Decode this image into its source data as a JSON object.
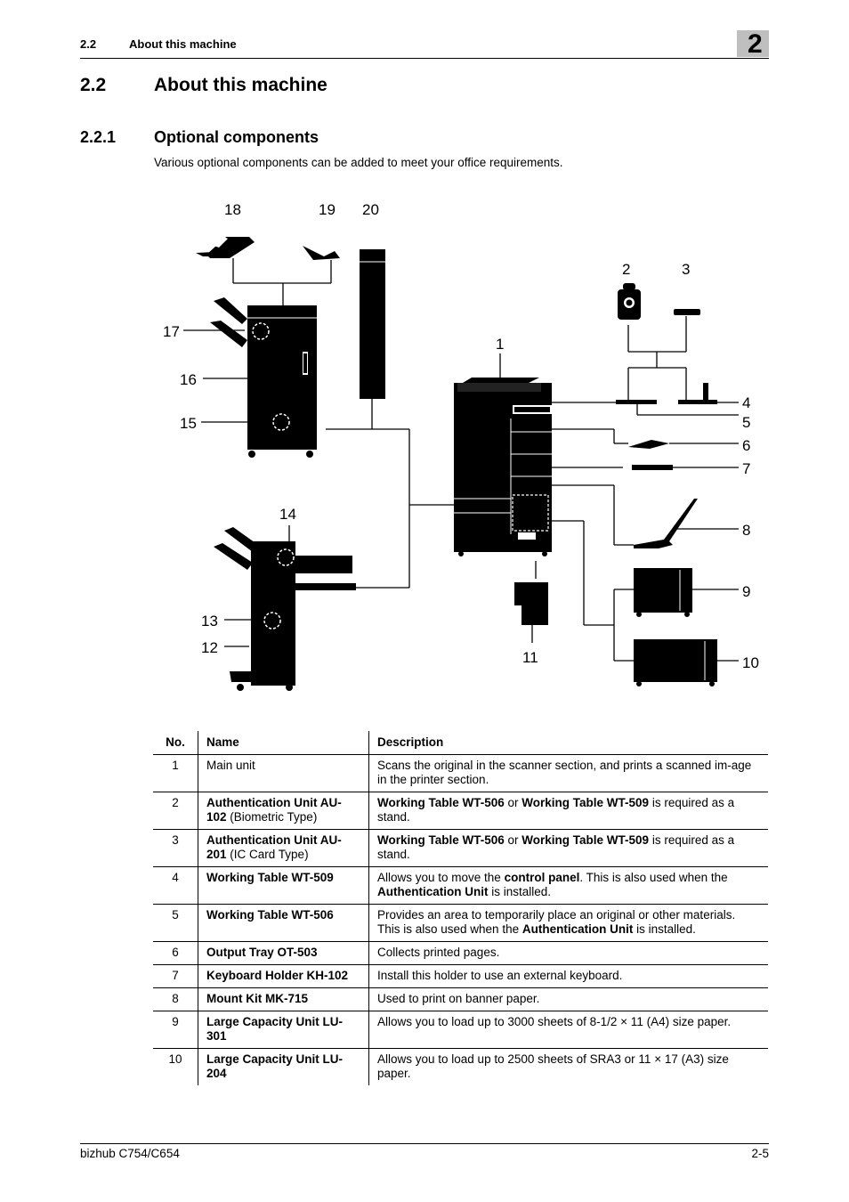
{
  "header": {
    "section_num": "2.2",
    "section_title": "About this machine",
    "chapter": "2"
  },
  "heading1": {
    "num": "2.2",
    "text": "About this machine"
  },
  "heading2": {
    "num": "2.2.1",
    "text": "Optional components"
  },
  "intro": "Various optional components can be added to meet your office requirements.",
  "figure": {
    "callouts": [
      "1",
      "2",
      "3",
      "4",
      "5",
      "6",
      "7",
      "8",
      "9",
      "10",
      "11",
      "12",
      "13",
      "14",
      "15",
      "16",
      "17",
      "18",
      "19",
      "20"
    ]
  },
  "table": {
    "headers": [
      "No.",
      "Name",
      "Description"
    ],
    "rows": [
      {
        "no": "1",
        "name": [
          {
            "t": "Main unit",
            "b": false
          }
        ],
        "desc": [
          {
            "t": "Scans the original in the scanner section, and prints a scanned im-age in the printer section.",
            "b": false
          }
        ]
      },
      {
        "no": "2",
        "name": [
          {
            "t": "Authentication Unit AU-102",
            "b": true
          },
          {
            "t": " (Biometric Type)",
            "b": false
          }
        ],
        "desc": [
          {
            "t": "Working Table WT-506",
            "b": true
          },
          {
            "t": " or ",
            "b": false
          },
          {
            "t": "Working Table WT-509",
            "b": true
          },
          {
            "t": " is required as a stand.",
            "b": false
          }
        ]
      },
      {
        "no": "3",
        "name": [
          {
            "t": "Authentication Unit AU-201",
            "b": true
          },
          {
            "t": " (IC Card Type)",
            "b": false
          }
        ],
        "desc": [
          {
            "t": "Working Table WT-506",
            "b": true
          },
          {
            "t": " or ",
            "b": false
          },
          {
            "t": "Working Table WT-509",
            "b": true
          },
          {
            "t": " is required as a stand.",
            "b": false
          }
        ]
      },
      {
        "no": "4",
        "name": [
          {
            "t": "Working Table WT-509",
            "b": true
          }
        ],
        "desc": [
          {
            "t": "Allows you to move the ",
            "b": false
          },
          {
            "t": "control panel",
            "b": true
          },
          {
            "t": ". This is also used when the ",
            "b": false
          },
          {
            "t": "Authentication Unit",
            "b": true
          },
          {
            "t": " is installed.",
            "b": false
          }
        ]
      },
      {
        "no": "5",
        "name": [
          {
            "t": "Working Table WT-506",
            "b": true
          }
        ],
        "desc": [
          {
            "t": "Provides an area to temporarily place an original or other materials. This is also used when the ",
            "b": false
          },
          {
            "t": "Authentication Unit",
            "b": true
          },
          {
            "t": " is installed.",
            "b": false
          }
        ]
      },
      {
        "no": "6",
        "name": [
          {
            "t": "Output Tray OT-503",
            "b": true
          }
        ],
        "desc": [
          {
            "t": "Collects printed pages.",
            "b": false
          }
        ]
      },
      {
        "no": "7",
        "name": [
          {
            "t": "Keyboard Holder KH-102",
            "b": true
          }
        ],
        "desc": [
          {
            "t": "Install this holder to use an external keyboard.",
            "b": false
          }
        ]
      },
      {
        "no": "8",
        "name": [
          {
            "t": "Mount Kit MK-715",
            "b": true
          }
        ],
        "desc": [
          {
            "t": "Used to print on banner paper.",
            "b": false
          }
        ]
      },
      {
        "no": "9",
        "name": [
          {
            "t": "Large Capacity Unit LU-301",
            "b": true
          }
        ],
        "desc": [
          {
            "t": "Allows you to load up to 3000 sheets of 8-1/2 × 11 (A4) size paper.",
            "b": false
          }
        ]
      },
      {
        "no": "10",
        "name": [
          {
            "t": "Large Capacity Unit LU-204",
            "b": true
          }
        ],
        "desc": [
          {
            "t": "Allows you to load up to 2500 sheets of SRA3 or 11 × 17 (A3) size paper.",
            "b": false
          }
        ]
      }
    ]
  },
  "footer": {
    "model": "bizhub C754/C654",
    "page": "2-5"
  }
}
